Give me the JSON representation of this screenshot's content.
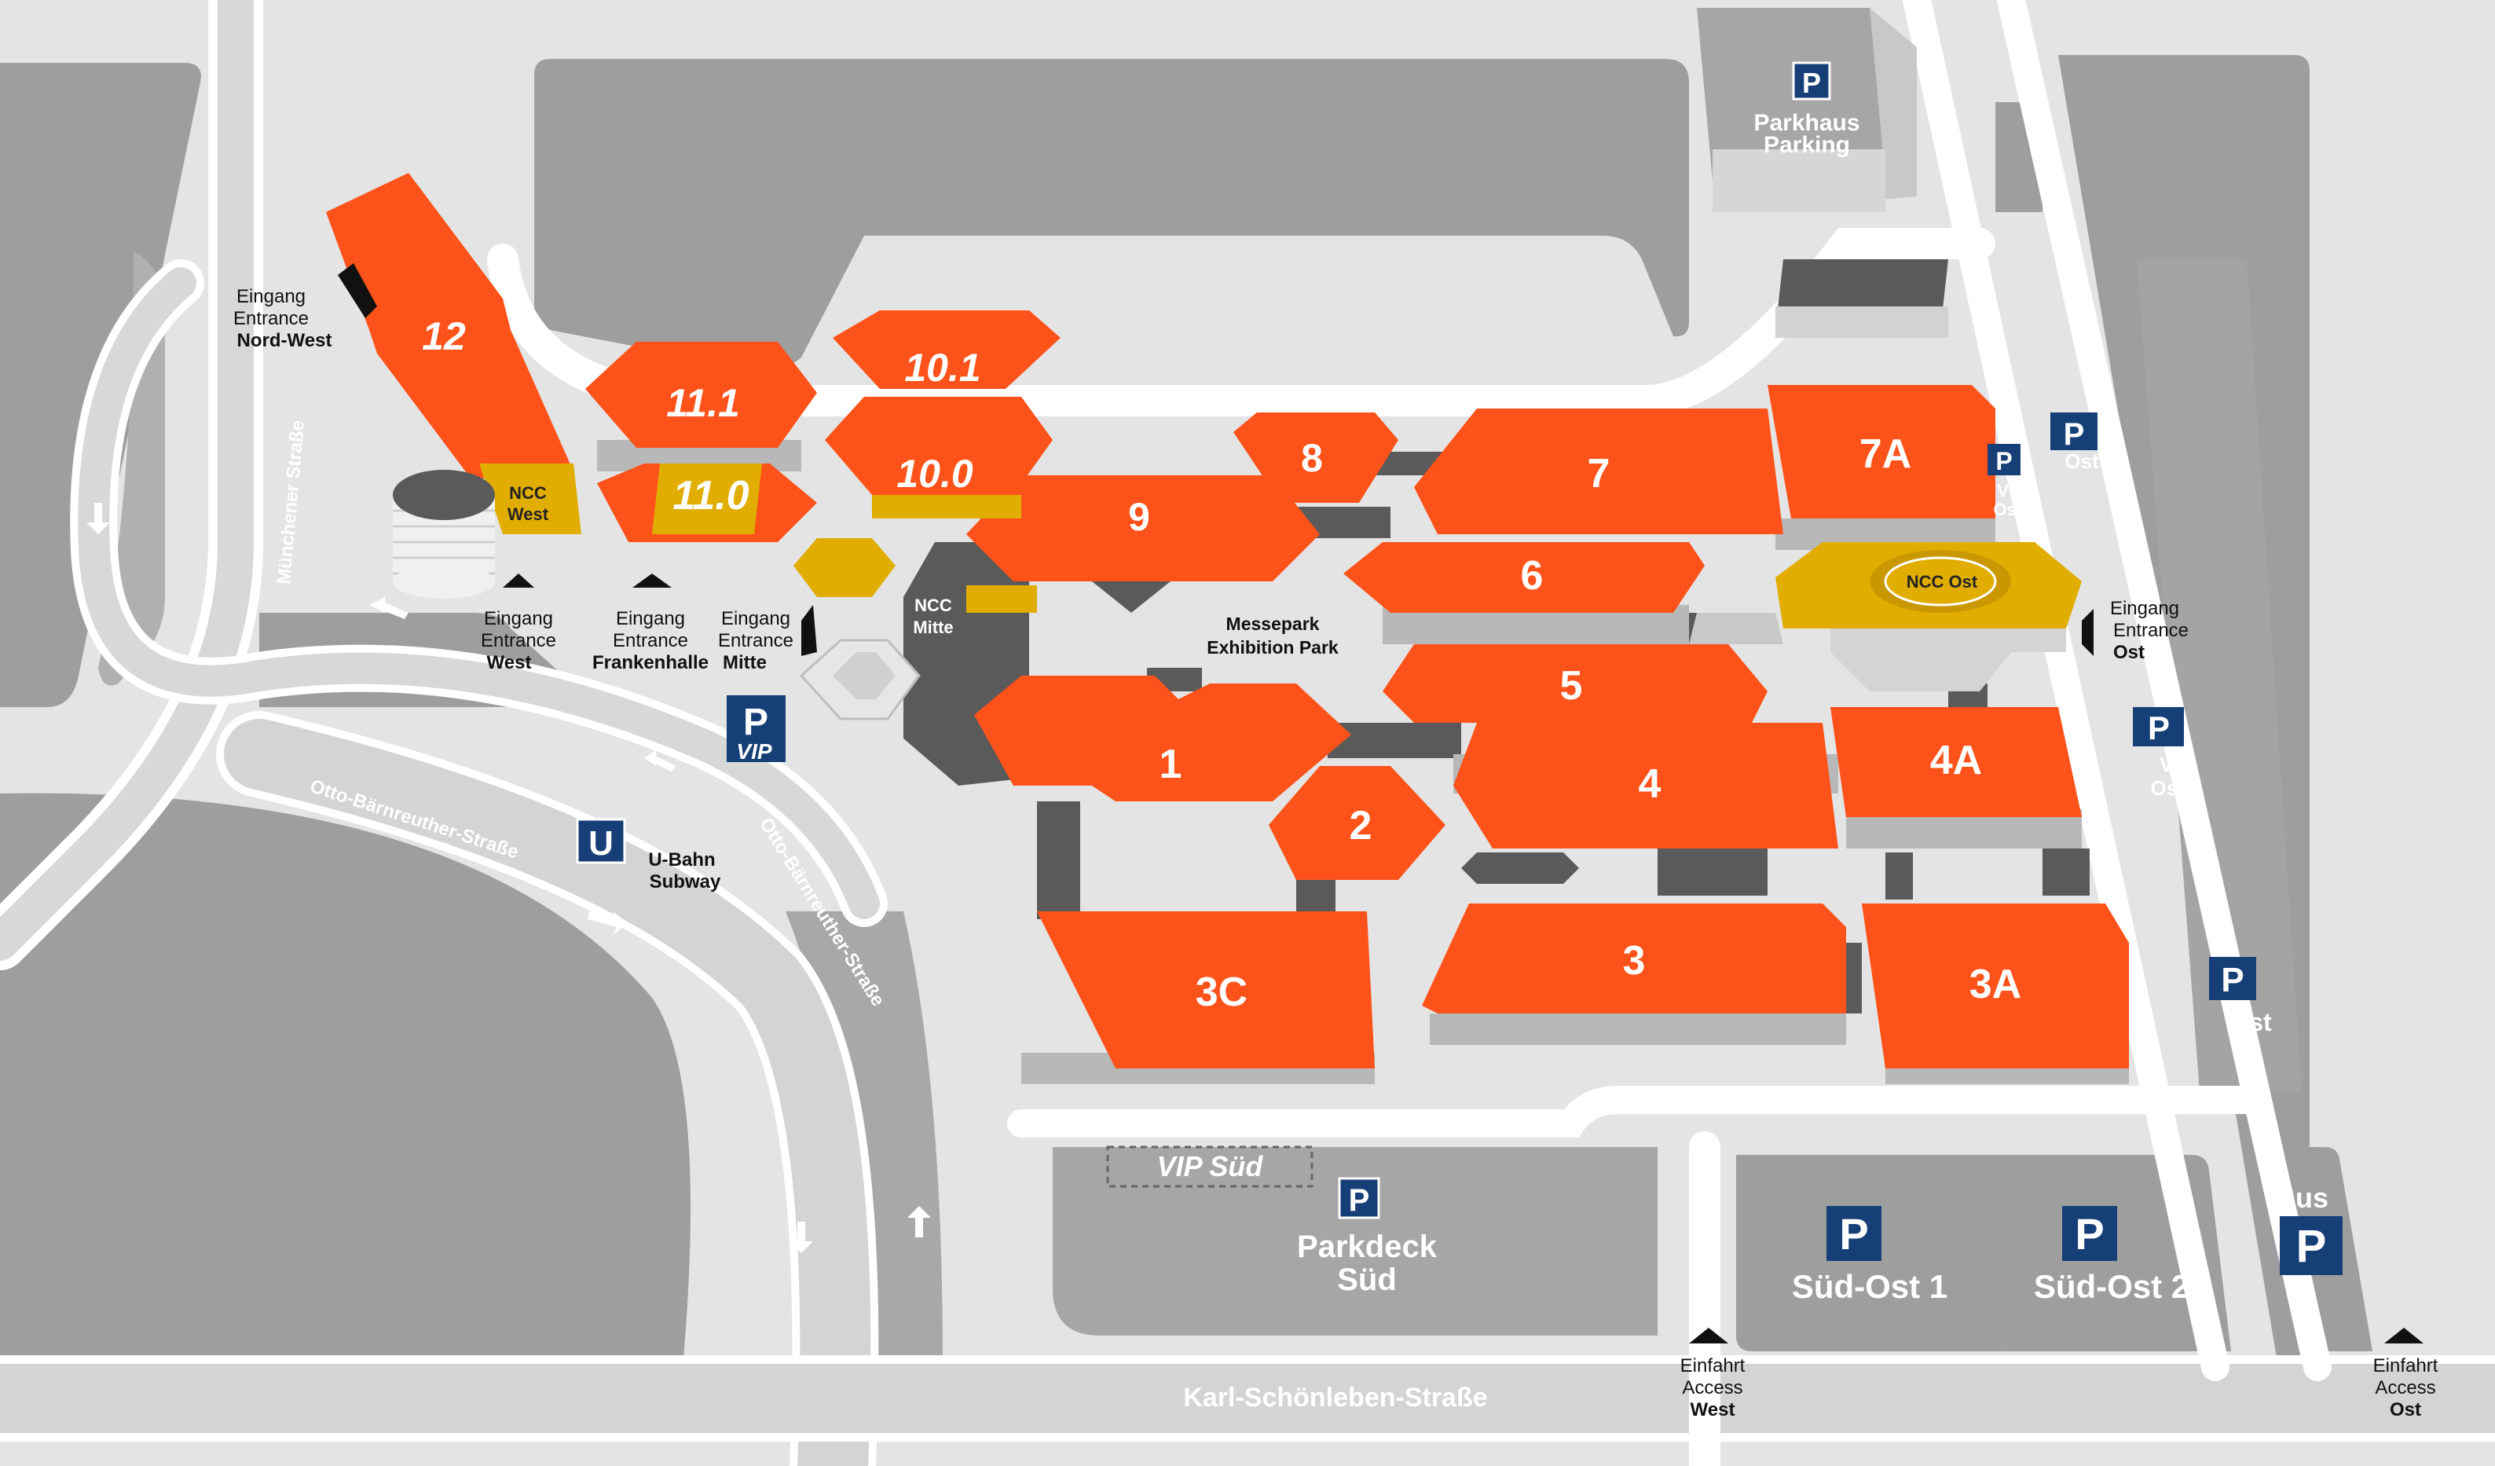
{
  "colors": {
    "hall": "#fd5219",
    "hall_side": "#b8b8b8",
    "ncc": "#e0ad00",
    "road": "#d6d6d6",
    "lot": "#9e9e9e",
    "dark": "#5a5a5a",
    "parking_sign": "#163f77"
  },
  "halls": [
    {
      "id": "12",
      "label": "12"
    },
    {
      "id": "11.1",
      "label": "11.1"
    },
    {
      "id": "11.0",
      "label": "11.0"
    },
    {
      "id": "10.1",
      "label": "10.1"
    },
    {
      "id": "10.0",
      "label": "10.0"
    },
    {
      "id": "9",
      "label": "9"
    },
    {
      "id": "8",
      "label": "8"
    },
    {
      "id": "7",
      "label": "7"
    },
    {
      "id": "7A",
      "label": "7A"
    },
    {
      "id": "6",
      "label": "6"
    },
    {
      "id": "5",
      "label": "5"
    },
    {
      "id": "4",
      "label": "4"
    },
    {
      "id": "4A",
      "label": "4A"
    },
    {
      "id": "1",
      "label": "1"
    },
    {
      "id": "2",
      "label": "2"
    },
    {
      "id": "3",
      "label": "3"
    },
    {
      "id": "3A",
      "label": "3A"
    },
    {
      "id": "3C",
      "label": "3C"
    }
  ],
  "ncc": {
    "west": [
      "NCC",
      "West"
    ],
    "mitte": [
      "NCC",
      "Mitte"
    ],
    "ost": "NCC Ost"
  },
  "messepark": [
    "Messepark",
    "Exhibition Park"
  ],
  "entrances": {
    "nord_west": [
      "Eingang",
      "Entrance",
      "Nord-West"
    ],
    "west": [
      "Eingang",
      "Entrance",
      "West"
    ],
    "frankenhalle": [
      "Eingang",
      "Entrance",
      "Frankenhalle"
    ],
    "mitte": [
      "Eingang",
      "Entrance",
      "Mitte"
    ],
    "ost": [
      "Eingang",
      "Entrance",
      "Ost"
    ]
  },
  "access": {
    "west": [
      "Einfahrt",
      "Access",
      "West"
    ],
    "ost": [
      "Einfahrt",
      "Access",
      "Ost"
    ]
  },
  "parking": {
    "parkhaus": [
      "Parkhaus",
      "Parking"
    ],
    "vip": "VIP",
    "vip_sued": "VIP Süd",
    "parkdeck_sued": [
      "Parkdeck",
      "Süd"
    ],
    "sued_ost_1": "Süd-Ost 1",
    "sued_ost_2": "Süd-Ost 2",
    "bus": "Bus",
    "ost_top": "Ost",
    "vip_ost_1": [
      "VIP",
      "Ost 1"
    ],
    "vip_ost_2": [
      "VIP",
      "Ost 2"
    ],
    "ost_bottom": "Ost",
    "p_symbol": "P"
  },
  "subway": {
    "symbol": "U",
    "label": [
      "U-Bahn",
      "Subway"
    ]
  },
  "streets": {
    "muenchener": "Münchener Straße",
    "otto1": "Otto-Bärnreuther-Straße",
    "otto2": "Otto-Bärnreuther-Straße",
    "karl": "Karl-Schönleben-Straße"
  }
}
